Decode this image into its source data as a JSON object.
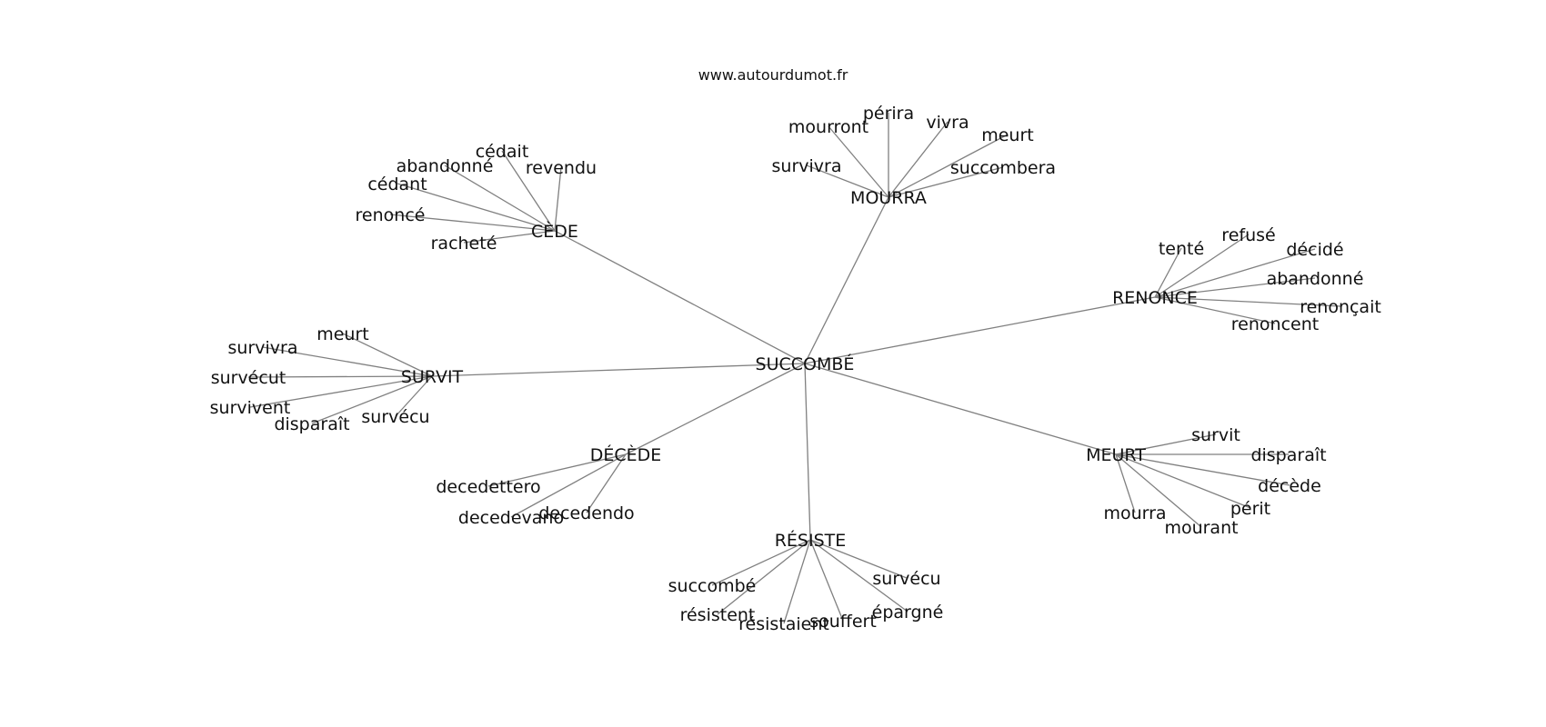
{
  "source_label": "www.autourdumot.fr",
  "graph": {
    "center": "SUCCOMBÉ",
    "clusters": [
      {
        "hub": "CÈDE",
        "leaves": [
          "cédait",
          "revendu",
          "abandonné",
          "cédant",
          "renoncé",
          "racheté"
        ]
      },
      {
        "hub": "MOURRA",
        "leaves": [
          "mourront",
          "périra",
          "vivra",
          "meurt",
          "survivra",
          "succombera"
        ]
      },
      {
        "hub": "RENONCE",
        "leaves": [
          "tenté",
          "refusé",
          "décidé",
          "abandonné",
          "renonçait",
          "renoncent"
        ]
      },
      {
        "hub": "SURVIT",
        "leaves": [
          "meurt",
          "survivra",
          "survécut",
          "survivent",
          "disparaît",
          "survécu"
        ]
      },
      {
        "hub": "DÉCÈDE",
        "leaves": [
          "decedettero",
          "decedevano",
          "decedendo"
        ]
      },
      {
        "hub": "MEURT",
        "leaves": [
          "survit",
          "disparaît",
          "décède",
          "périt",
          "mourra",
          "mourant"
        ]
      },
      {
        "hub": "RÉSISTE",
        "leaves": [
          "succombé",
          "survécu",
          "résistent",
          "résistaient",
          "souffert",
          "épargné"
        ]
      }
    ]
  }
}
